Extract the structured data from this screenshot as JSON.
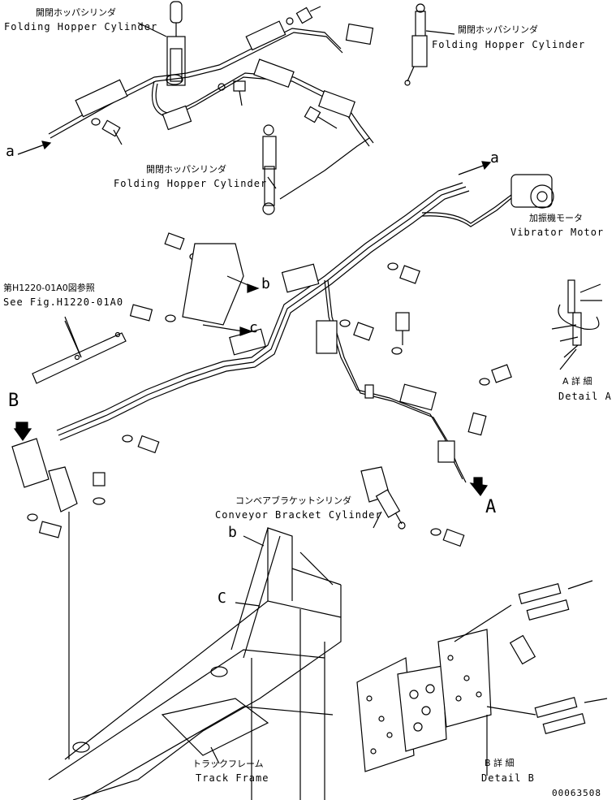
{
  "labels": {
    "hopper_cyl_top_left_jp": "開閉ホッパシリンダ",
    "hopper_cyl_top_left_en": "Folding Hopper Cylinder",
    "hopper_cyl_top_right_jp": "開閉ホッパシリンダ",
    "hopper_cyl_top_right_en": "Folding Hopper Cylinder",
    "hopper_cyl_mid_jp": "開閉ホッパシリンダ",
    "hopper_cyl_mid_en": "Folding Hopper Cylinder",
    "vibrator_motor_jp": "加振機モータ",
    "vibrator_motor_en": "Vibrator Motor",
    "see_fig_jp": "第H1220-01A0図参照",
    "see_fig_en": "See Fig.H1220-01A0",
    "detail_a_jp": "A 詳 細",
    "detail_a_en": "Detail A",
    "conveyor_cyl_jp": "コンベアブラケットシリンダ",
    "conveyor_cyl_en": "Conveyor Bracket Cylinder",
    "track_frame_jp": "トラックフレーム",
    "track_frame_en": "Track Frame",
    "detail_b_jp": "B 詳 細",
    "detail_b_en": "Detail B",
    "part_number": "00063508"
  },
  "callouts": {
    "a_left": "a",
    "a_right": "a",
    "b_upper": "b",
    "c_upper": "c",
    "b_lower": "b",
    "c_lower": "C",
    "big_a": "A",
    "big_b": "B"
  }
}
